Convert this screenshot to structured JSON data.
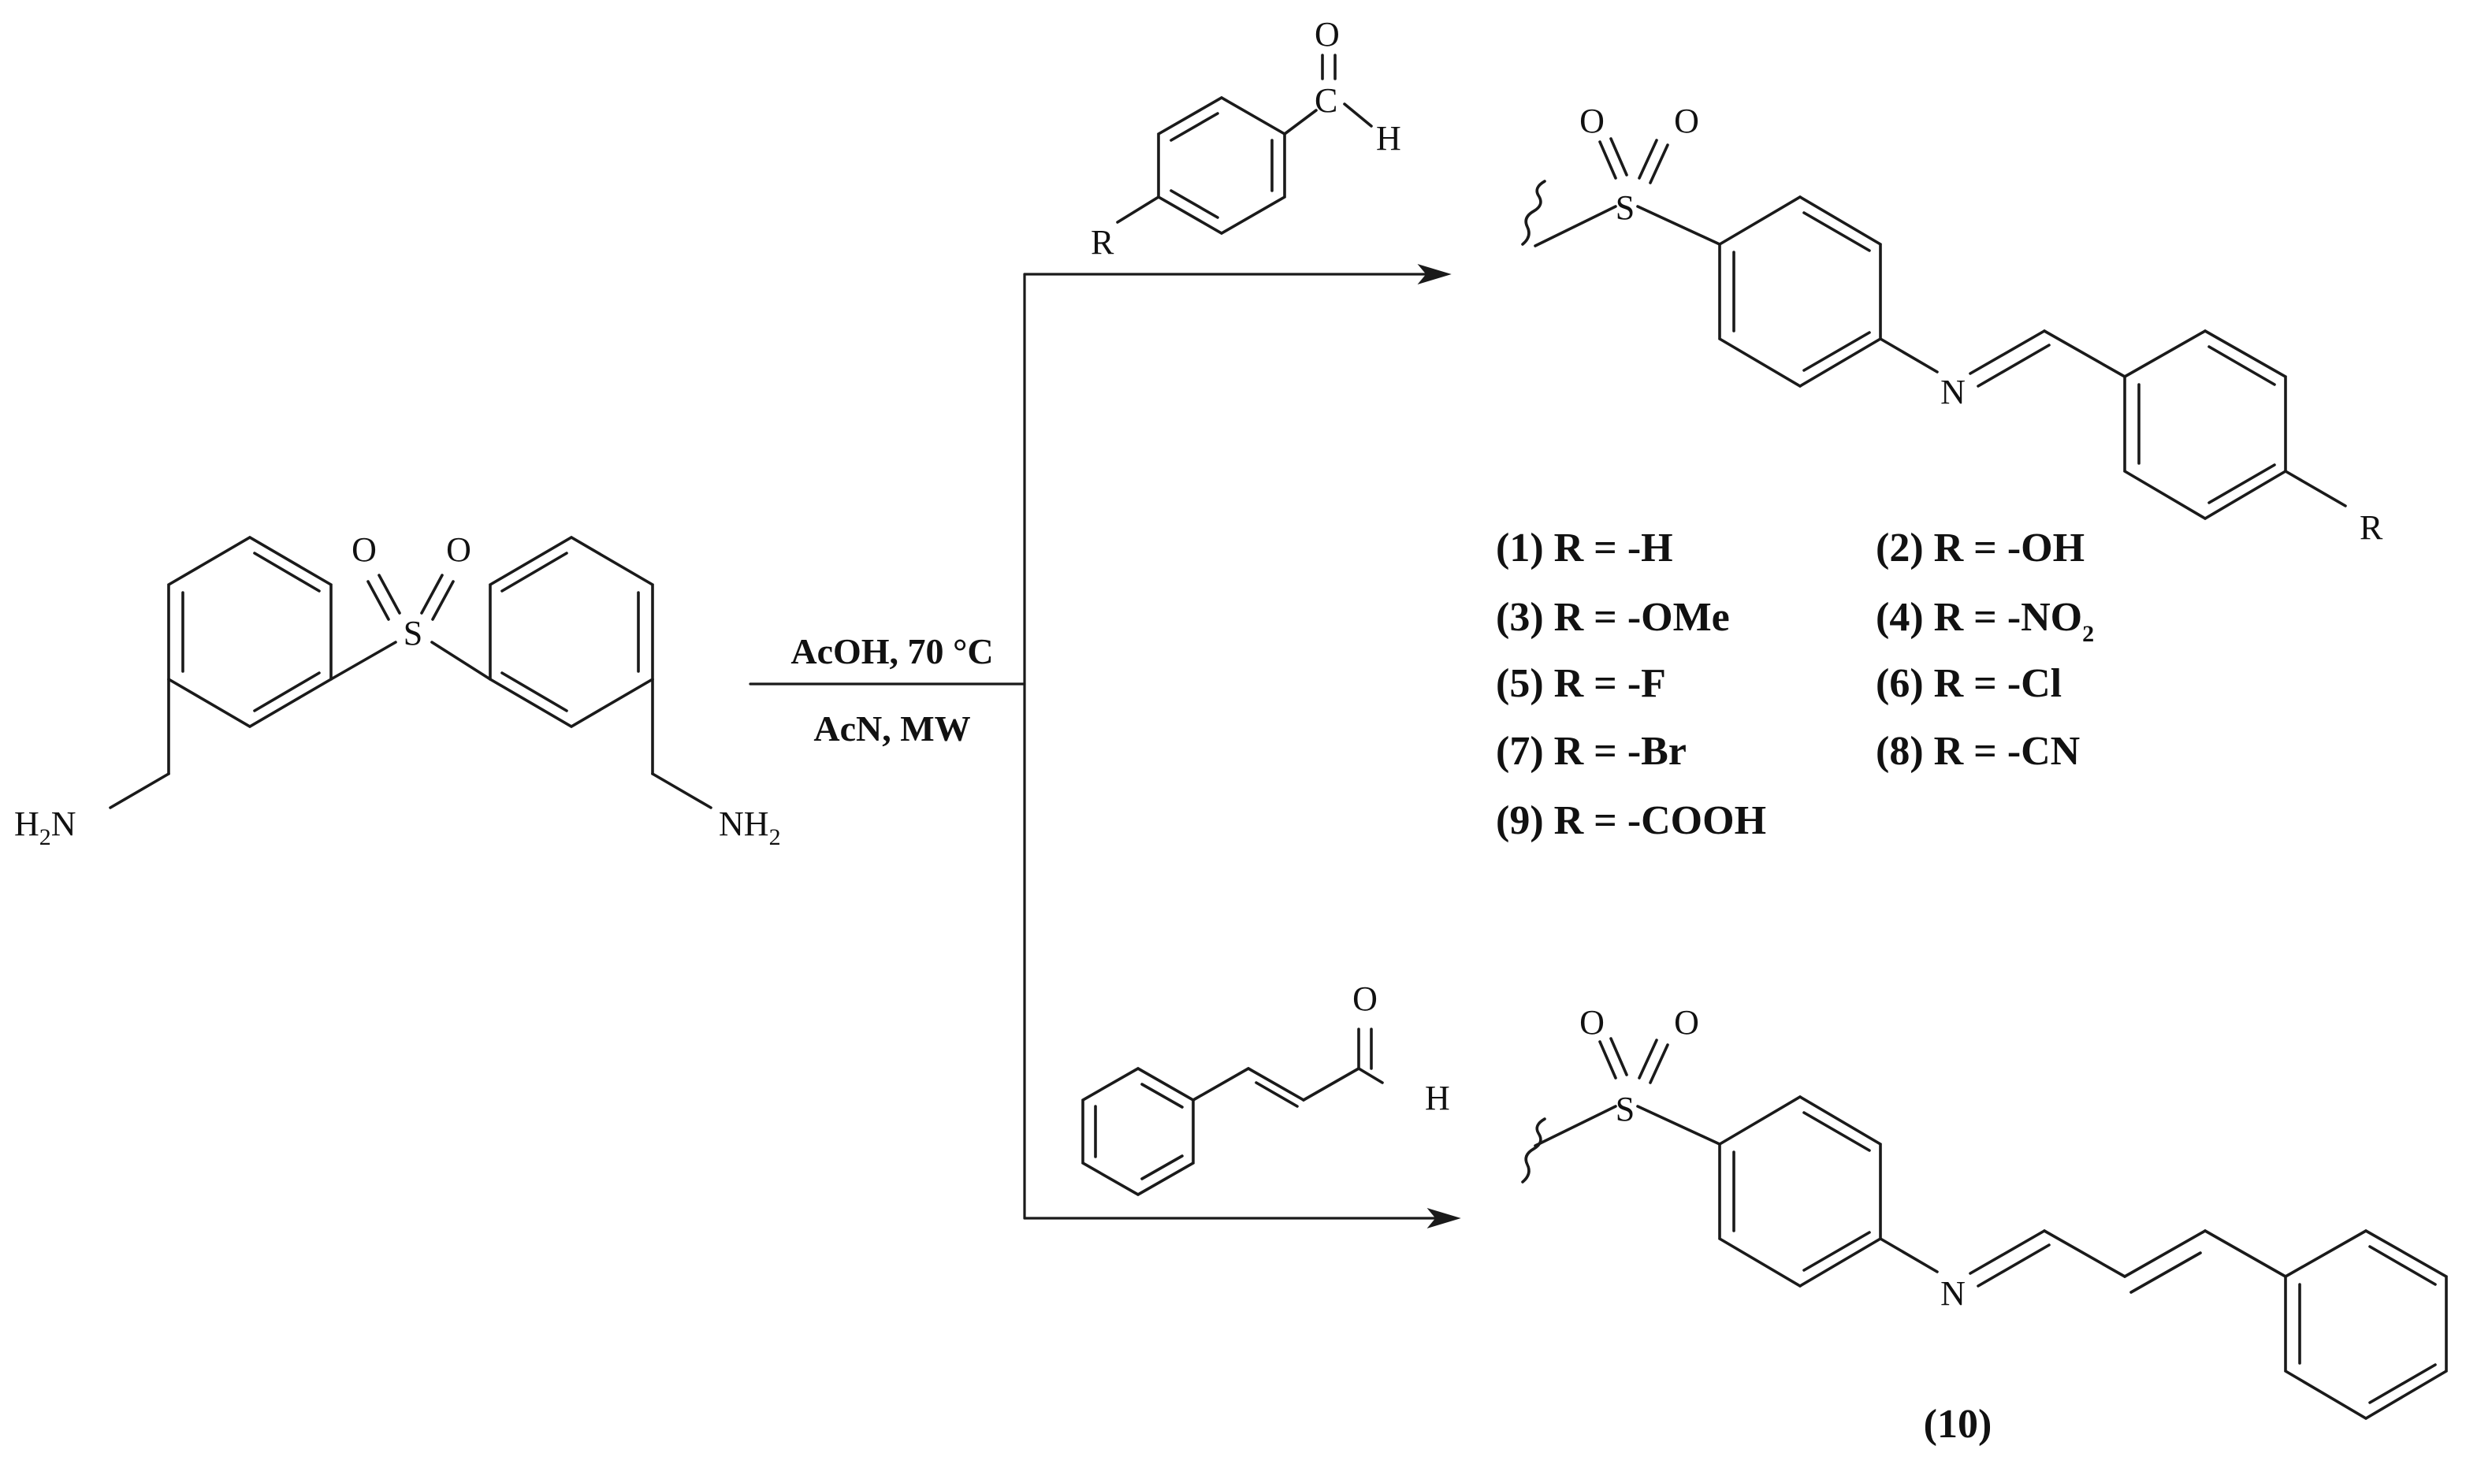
{
  "atoms": {
    "O": "O",
    "S": "S",
    "N": "N",
    "H": "H",
    "R": "R",
    "C": "C",
    "amine_left": "H",
    "amine_left_sub": "2",
    "amine_left_N": "N",
    "amine_right": "NH",
    "amine_right_sub": "2"
  },
  "conditions": {
    "top": "AcOH, 70 °C",
    "bottom": "AcN, MW"
  },
  "substituents": [
    {
      "label": "(1) R = -H"
    },
    {
      "label": "(2) R = -OH"
    },
    {
      "label": "(3) R = -OMe"
    },
    {
      "label": "(4) R = -NO",
      "sub": "2"
    },
    {
      "label": "(5) R = -F"
    },
    {
      "label": "(6) R = -Cl"
    },
    {
      "label": "(7) R = -Br"
    },
    {
      "label": "(8) R = -CN"
    },
    {
      "label": "(9) R = -COOH"
    }
  ],
  "product_10_label": "(10)"
}
